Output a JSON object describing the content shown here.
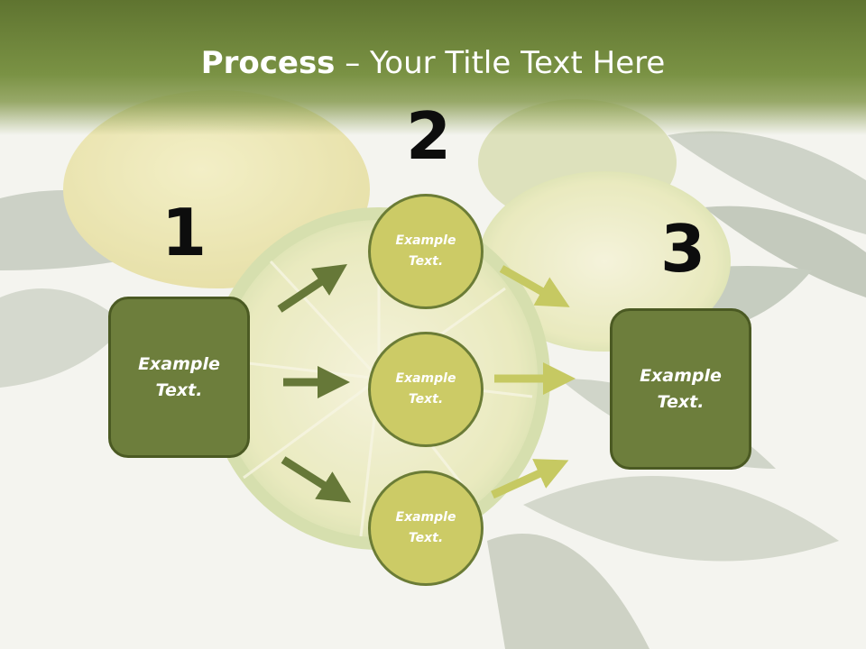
{
  "title": {
    "bold": "Process",
    "rest": " – Your Title Text Here"
  },
  "steps": [
    {
      "number": "1",
      "box_text": "Example Text."
    },
    {
      "number": "2"
    },
    {
      "number": "3",
      "box_text": "Example Text."
    }
  ],
  "circles": [
    {
      "text": "Example Text."
    },
    {
      "text": "Example Text."
    },
    {
      "text": "Example Text."
    }
  ],
  "colors": {
    "banner": "#6b7f35",
    "box_fill": "#6d7e3c",
    "circle_fill": "#cccb66",
    "arrow_dark": "#667838",
    "arrow_light": "#c6c962"
  }
}
